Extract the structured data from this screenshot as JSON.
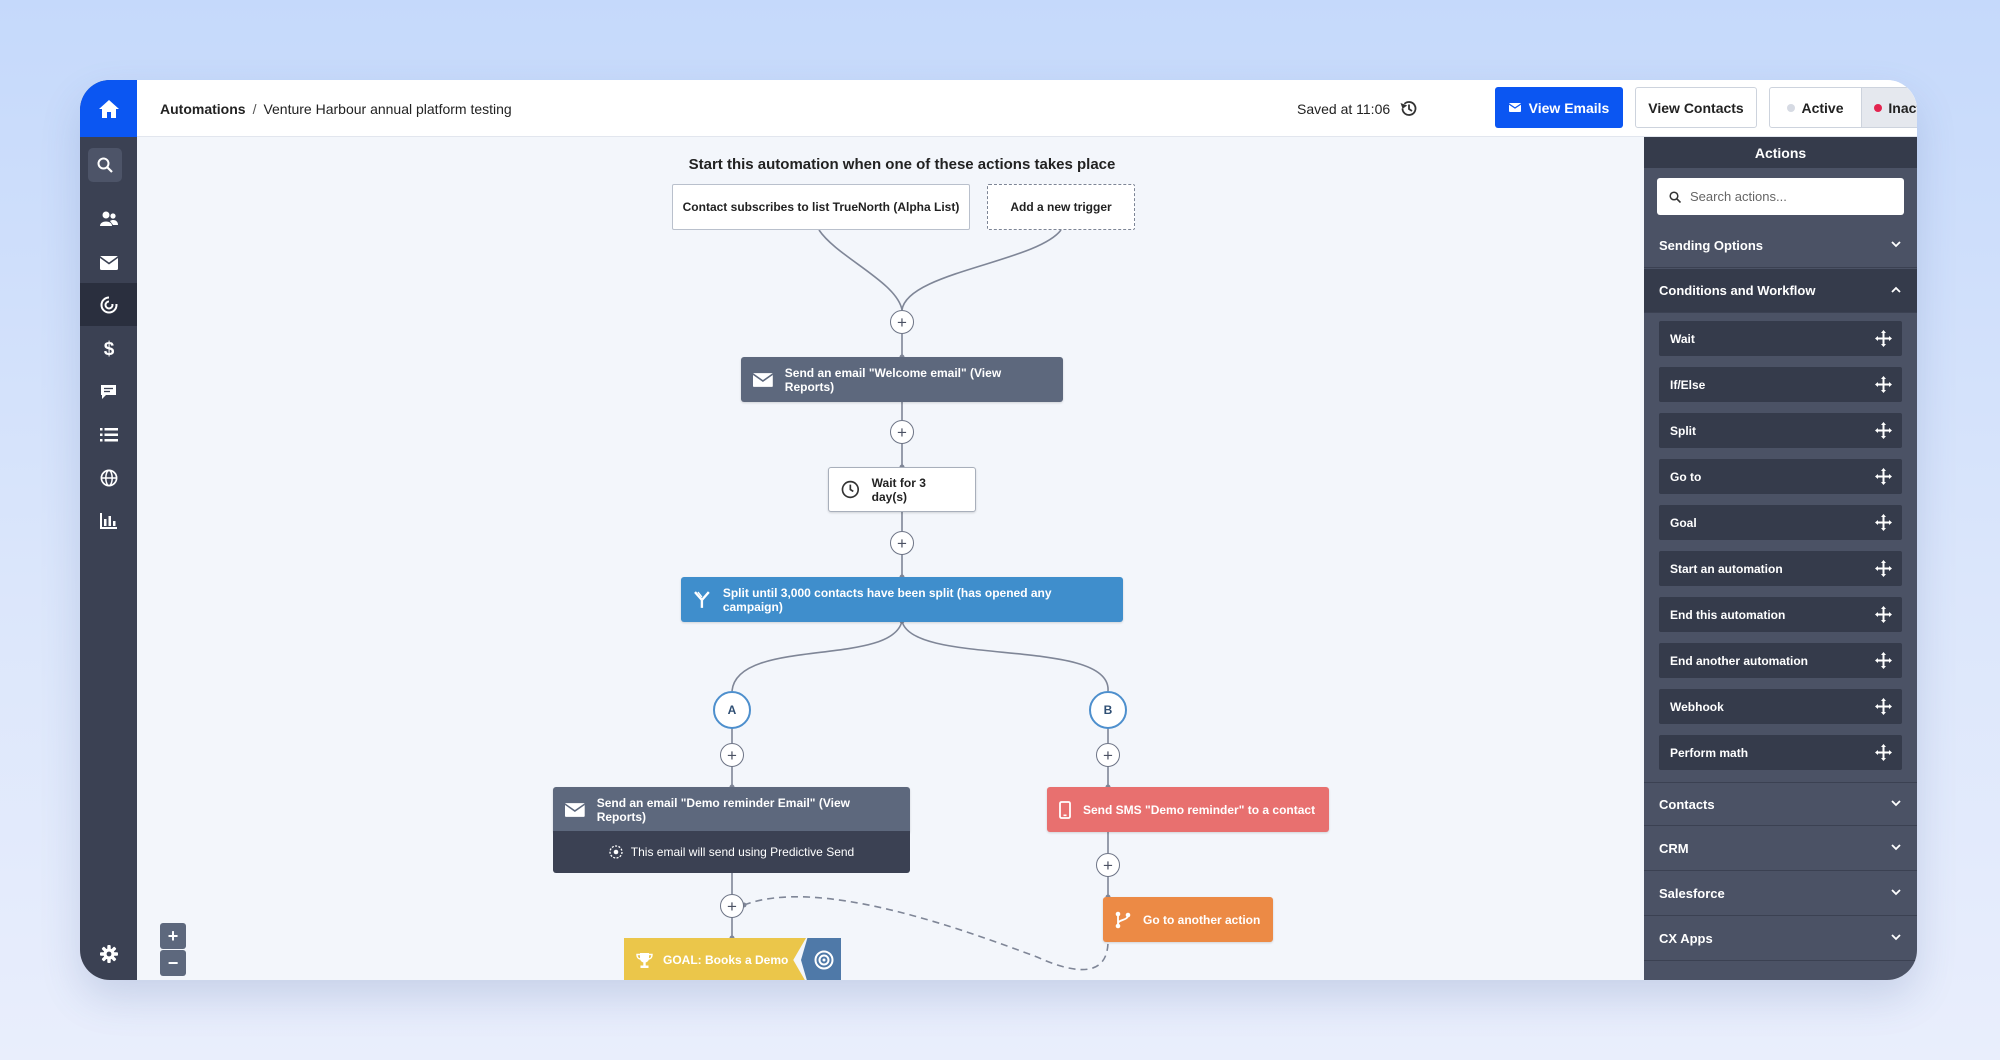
{
  "breadcrumb": {
    "root": "Automations",
    "separator": "/",
    "current": "Venture Harbour annual platform testing"
  },
  "header": {
    "saved": "Saved at 11:06",
    "view_emails": "View Emails",
    "view_contacts": "View Contacts",
    "status": {
      "active": "Active",
      "inactive": "Inactive",
      "selected": "Inactive"
    }
  },
  "sidebar": {
    "icons": [
      "home-icon",
      "search-icon",
      "contacts-icon",
      "mail-icon",
      "automations-icon",
      "dollar-icon",
      "chat-icon",
      "list-icon",
      "globe-icon",
      "bar-chart-icon",
      "gear-icon"
    ],
    "active": "automations-icon"
  },
  "canvas": {
    "title": "Start this automation when one of these actions takes place",
    "triggers": [
      "Contact subscribes to list TrueNorth (Alpha List)",
      "Add a new trigger"
    ],
    "nodes": {
      "email1": "Send an email \"Welcome email\" (View Reports)",
      "wait": "Wait for 3 day(s)",
      "split": "Split until 3,000 contacts have been split (has opened any campaign)",
      "branch_a": "A",
      "branch_b": "B",
      "email2": "Send an email \"Demo reminder Email\" (View Reports)",
      "email2_note": "This email will send using Predictive Send",
      "sms": "Send SMS \"Demo reminder\" to a contact",
      "goto": "Go to another action",
      "goal": "GOAL: Books a Demo"
    },
    "zoom_in": "+",
    "zoom_out": "−"
  },
  "actions_panel": {
    "title": "Actions",
    "search_placeholder": "Search actions...",
    "sections": {
      "sending": "Sending Options",
      "conditions": "Conditions and Workflow",
      "contacts": "Contacts",
      "crm": "CRM",
      "salesforce": "Salesforce",
      "cx": "CX Apps"
    },
    "items": [
      "Wait",
      "If/Else",
      "Split",
      "Go to",
      "Goal",
      "Start an automation",
      "End this automation",
      "End another automation",
      "Webhook",
      "Perform math"
    ]
  },
  "colors": {
    "primary": "#0b56f2",
    "rail": "#3b4153",
    "node_gray": "#5d687d",
    "node_blue": "#3f8ecc",
    "node_red": "#e8706f",
    "node_orange": "#ec8a45",
    "goal_yellow": "#ebc64a",
    "inactive_dot": "#e3244f"
  }
}
